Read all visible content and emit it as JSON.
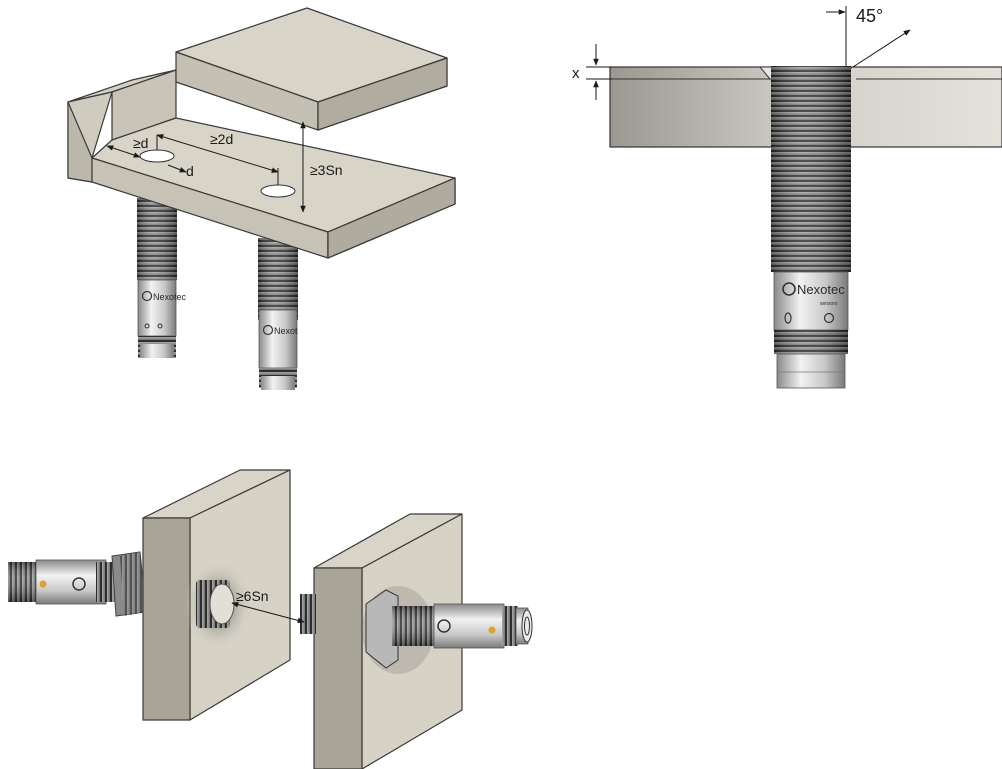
{
  "figure_a": {
    "label_spacing_edge": "≥d",
    "label_spacing_between": "≥2d",
    "label_diameter": "d",
    "label_gap_height": "≥3Sn",
    "brand_left": "Nexotec",
    "brand_right": "Nexot"
  },
  "figure_b": {
    "label_angle": "45°",
    "label_depth": "x",
    "brand": "Nexotec",
    "brand_sub": "sensors"
  },
  "figure_c": {
    "label_gap": "≥6Sn"
  },
  "colors": {
    "plate_top": "#d6d2c6",
    "plate_front": "#c4c0b4",
    "plate_side": "#aaa699",
    "thread": "#5a5a5a",
    "metal": "#d0d0d0",
    "led": "#e0a030",
    "line": "#1a1a1a"
  }
}
